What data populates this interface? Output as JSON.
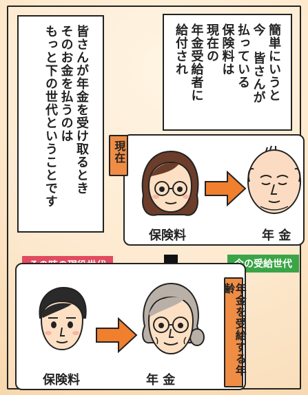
{
  "captions": {
    "top_right_lines": [
      "簡単にいうと",
      "今 皆さんが",
      "払っている",
      "保険料は",
      "現在の",
      "年金受給者に",
      "給付され"
    ],
    "left_lines": [
      "皆さんが年金を受け取るとき",
      "そのお金を払うのは",
      "もっと下の世代ということです"
    ]
  },
  "panels": {
    "top": {
      "tab_label": "現在",
      "premium_label": "保険料",
      "pension_label": "年 金"
    },
    "bottom": {
      "tab_label": "年金を受給する年齢",
      "premium_label": "保険料",
      "pension_label": "年 金"
    }
  },
  "badges": {
    "working_generation": "その時の現役世代",
    "current_recipients": "今の受給世代"
  },
  "colors": {
    "tab_orange": "#ef8d45",
    "badge_red": "#e24a5f",
    "badge_green": "#3aa447",
    "arrow_orange": "#f07f2e",
    "background": "#fde6c7"
  },
  "icons": [
    "woman-with-glasses-icon",
    "elderly-man-icon",
    "young-man-icon",
    "elderly-woman-with-glasses-icon",
    "down-arrow-icon",
    "right-arrow-icon"
  ]
}
